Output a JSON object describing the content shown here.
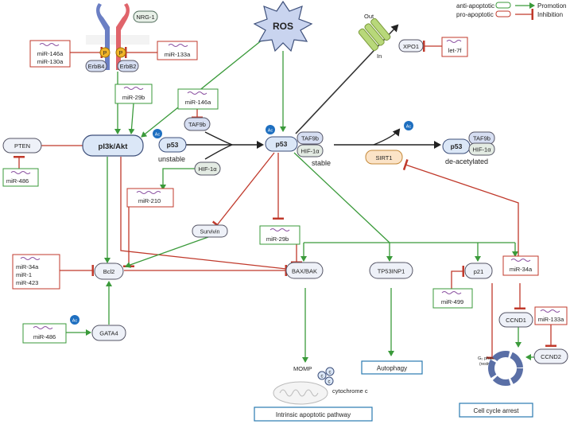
{
  "legend": {
    "anti_apoptotic": "anti-apoptotic",
    "pro_apoptotic": "pro-apoptotic",
    "promotion": "Promotion",
    "inhibition": "Inhibition",
    "anti_color": "#3a9a3a",
    "pro_color": "#c0392b"
  },
  "receptor": {
    "ligand": "NRG-1",
    "left_receptor": "ErbB4",
    "right_receptor": "ErbB2",
    "phospho": "P"
  },
  "ros": "ROS",
  "membrane": {
    "out": "Out",
    "in": "In",
    "exporter": "XPO1"
  },
  "mirnas": {
    "mir146a_130a": [
      "miR-146a",
      "miR-130a"
    ],
    "mir133a_top": "miR-133a",
    "mir29b_top": "miR-29b",
    "mir146a_mid": "miR-146a",
    "mir486_pten": "miR-486",
    "mir210": "miR-210",
    "mir29b_mid": "miR-29b",
    "mir34a_1_423": [
      "miR-34a",
      "miR-1",
      "miR-423"
    ],
    "mir486_gata": "miR-486",
    "mir499": "miR-499",
    "mir34a_right": "miR-34a",
    "mir133a_right": "miR-133a",
    "let7f": "let-7f"
  },
  "proteins": {
    "pi3k_akt": "pI3k/Akt",
    "pten": "PTEN",
    "taf9b": "TAF9b",
    "p53": "p53",
    "hif1a": "HIF-1α",
    "ac": "Ac",
    "survivin": "Survivin",
    "bcl2": "Bcl2",
    "bax_bak": "BAX/BAK",
    "tp53inp1": "TP53INP1",
    "p21": "p21",
    "ccnd1": "CCND1",
    "ccnd2": "CCND2",
    "gata4": "GATA4",
    "sirt1": "SIRT1"
  },
  "states": {
    "unstable": "unstable",
    "stable": "stable",
    "deacetylated": "de-acetylated"
  },
  "outcomes": {
    "intrinsic": "Intrinsic apoptotic pathway",
    "autophagy": "Autophagy",
    "cell_cycle": "Cell cycle arrest",
    "momp": "MOMP",
    "cytochrome": "cytochrome c",
    "c": "c",
    "g0_phase": "G₀ phase",
    "g0_resting": "(resting)"
  }
}
